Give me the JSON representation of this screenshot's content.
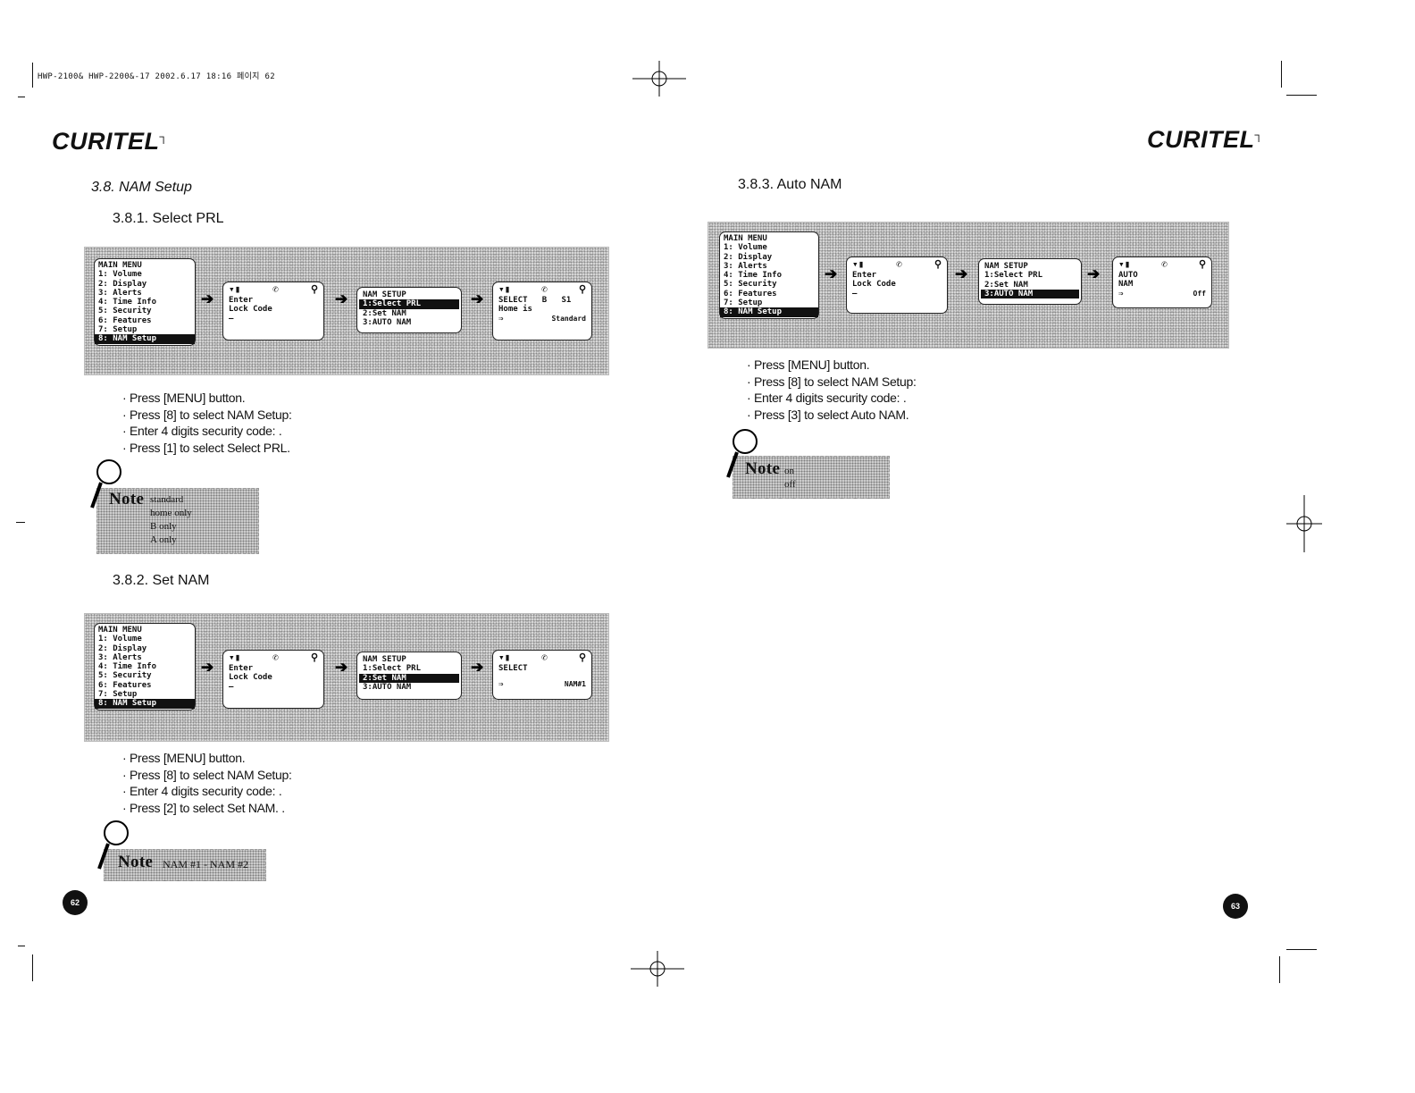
{
  "print_header": "HWP-2100& HWP-2200&-17  2002.6.17 18:16 페이지 62",
  "brand": "CURITEL",
  "left_page": {
    "section_title": "3.8. NAM Setup",
    "sub1_title": "3.8.1. Select PRL",
    "sub2_title": "3.8.2. Set NAM",
    "page_number": "62",
    "sub1": {
      "main_menu": [
        "MAIN MENU",
        "1: Volume",
        "2: Display",
        "3: Alerts",
        "4: Time Info",
        "5: Security",
        "6: Features",
        "7: Setup",
        "8: NAM Setup"
      ],
      "lock": [
        "Enter",
        "Lock Code",
        "—"
      ],
      "nam": [
        "NAM SETUP",
        "1:Select PRL",
        "2:Set NAM",
        "3:AUTO NAM"
      ],
      "result": {
        "line1": "SELECT   B   S1",
        "line2": "Home is",
        "line3_arrow": "⇒",
        "line3_value": "Standard"
      },
      "steps": [
        "Press [MENU] button.",
        "Press [8] to select NAM Setup:",
        "Enter 4 digits security code: .",
        "Press [1] to select Select PRL."
      ],
      "note_word": "Note",
      "note_options": [
        "standard",
        "home only",
        "B only",
        "A only"
      ]
    },
    "sub2": {
      "main_menu": [
        "MAIN MENU",
        "1: Volume",
        "2: Display",
        "3: Alerts",
        "4: Time Info",
        "5: Security",
        "6: Features",
        "7: Setup",
        "8: NAM Setup"
      ],
      "lock": [
        "Enter",
        "Lock Code",
        "—"
      ],
      "nam": [
        "NAM SETUP",
        "1:Select PRL",
        "2:Set NAM",
        "3:AUTO NAM"
      ],
      "result": {
        "line1": "SELECT",
        "line3_arrow": "⇒",
        "line3_value": "NAM#1"
      },
      "steps": [
        "Press [MENU] button.",
        "Press [8] to select NAM Setup:",
        "Enter 4 digits security code: .",
        "Press [2] to select Set NAM. ."
      ],
      "note_word": "Note",
      "note_options": [
        "NAM #1 - NAM #2"
      ]
    }
  },
  "right_page": {
    "sub3_title": "3.8.3. Auto NAM",
    "page_number": "63",
    "sub3": {
      "main_menu": [
        "MAIN MENU",
        "1: Volume",
        "2: Display",
        "3: Alerts",
        "4: Time Info",
        "5: Security",
        "6: Features",
        "7: Setup",
        "8: NAM Setup"
      ],
      "lock": [
        "Enter",
        "Lock Code",
        "—"
      ],
      "nam": [
        "NAM SETUP",
        "1:Select PRL",
        "2:Set NAM",
        "3:AUTO NAM"
      ],
      "result": {
        "line1": "AUTO",
        "line2": "NAM",
        "line3_arrow": "⇒",
        "line3_value": "Off"
      },
      "steps": [
        "Press [MENU] button.",
        "Press [8] to select NAM Setup:",
        "Enter 4 digits security code: .",
        "Press [3] to select Auto NAM."
      ],
      "note_word": "Note",
      "note_options": [
        "on",
        "off"
      ]
    }
  },
  "arrow_glyph": "➔",
  "icons": {
    "signal": "signal-icon",
    "phone": "phone-icon",
    "search": "magnifier-icon"
  }
}
